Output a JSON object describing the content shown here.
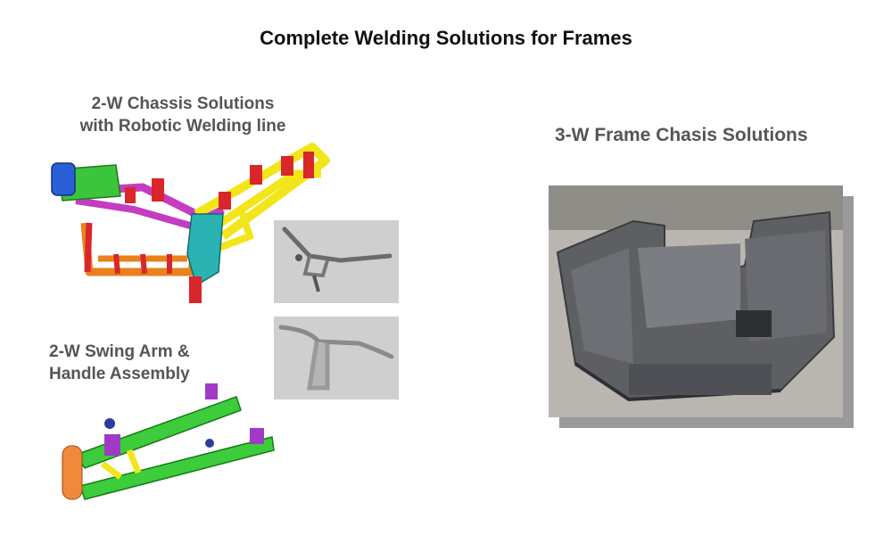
{
  "slide": {
    "title": "Complete Welding Solutions for Frames",
    "chassis_2w": {
      "line1": "2-W Chassis Solutions",
      "line2": "with Robotic Welding line"
    },
    "swing_arm_2w": {
      "line1": "2-W Swing Arm &",
      "line2": "Handle Assembly"
    },
    "frame_3w": {
      "label": "3-W Frame Chasis Solutions"
    }
  }
}
